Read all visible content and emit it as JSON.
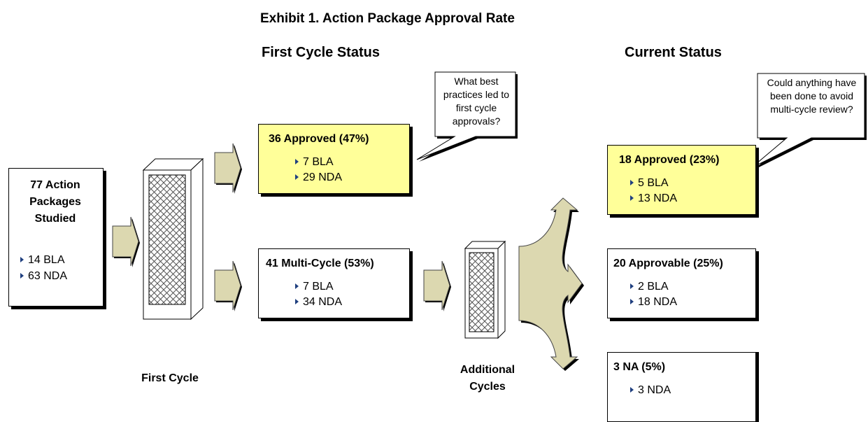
{
  "title": "Exhibit 1. Action Package Approval Rate",
  "headings": {
    "first_cycle_status": "First Cycle Status",
    "current_status": "Current Status"
  },
  "studied_box": {
    "title": "77 Action Packages Studied",
    "items": [
      "14 BLA",
      "63 NDA"
    ]
  },
  "first_cycle": {
    "approved": {
      "title": "36 Approved (47%)",
      "items": [
        "7 BLA",
        "29 NDA"
      ]
    },
    "multi_cycle": {
      "title": "41 Multi-Cycle (53%)",
      "items": [
        "7 BLA",
        "34 NDA"
      ]
    }
  },
  "current": {
    "approved": {
      "title": "18 Approved (23%)",
      "items": [
        "5 BLA",
        "13 NDA"
      ]
    },
    "approvable": {
      "title": "20 Approvable (25%)",
      "items": [
        "2 BLA",
        "18 NDA"
      ]
    },
    "na": {
      "title": "3 NA (5%)",
      "items": [
        "3 NDA"
      ]
    }
  },
  "stage_labels": {
    "first_cycle": "First Cycle",
    "additional_cycles": "Additional Cycles"
  },
  "callouts": {
    "best_practices": "What best practices led to first cycle approvals?",
    "multi_cycle": "Could anything have been done to avoid multi-cycle review?"
  },
  "colors": {
    "highlight_box": "#ffff99",
    "arrow_fill": "#dcd8b0",
    "bullet": "#1f3f7f",
    "filter_mesh": "#555555"
  }
}
